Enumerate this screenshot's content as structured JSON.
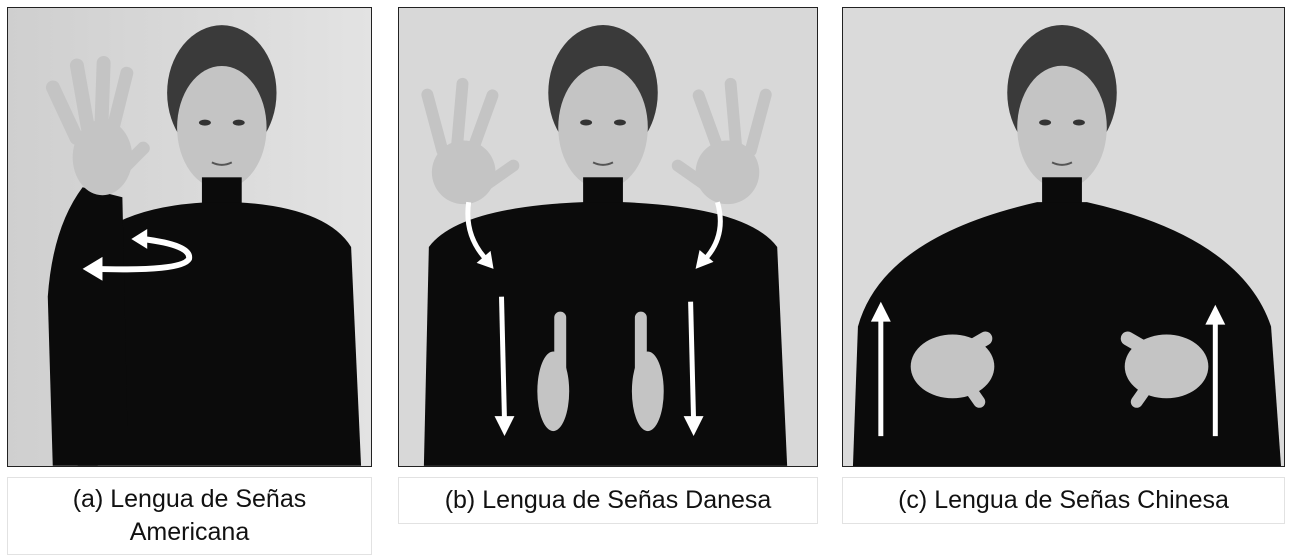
{
  "panels": [
    {
      "id": "a",
      "caption": "(a) Lengua de Señas Americana",
      "sign_icon": "hand-twist-arrow-icon"
    },
    {
      "id": "b",
      "caption": "(b) Lengua de Señas Danesa",
      "sign_icon": "hands-down-arrow-icon"
    },
    {
      "id": "c",
      "caption": "(c) Lengua de Señas Chinesa",
      "sign_icon": "hands-up-arrow-icon"
    }
  ],
  "colors": {
    "background_wall": "#d9d9d9",
    "clothing": "#0b0b0b",
    "skin": "#bdbdbd",
    "arrow": "#ffffff",
    "border": "#222222"
  }
}
